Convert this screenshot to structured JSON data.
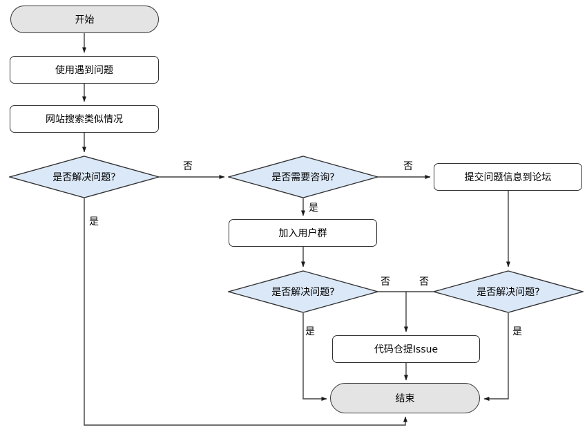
{
  "diagram": {
    "type": "flowchart",
    "nodes": {
      "start": "开始",
      "problem": "使用遇到问题",
      "search": "网站搜索类似情况",
      "solved1": "是否解决问题?",
      "consult": "是否需要咨询?",
      "forum": "提交问题信息到论坛",
      "group": "加入用户群",
      "solved2": "是否解决问题?",
      "solved3": "是否解决问题?",
      "issue": "代码仓提Issue",
      "end": "结束"
    },
    "edge_labels": {
      "solved1_no": "否",
      "solved1_yes": "是",
      "consult_no": "否",
      "consult_yes": "是",
      "solved2_no": "否",
      "solved2_yes": "是",
      "solved3_no": "否",
      "solved3_yes": "是"
    },
    "colors": {
      "diamond_fill": "#dbe8f7",
      "terminal_fill": "#e4e4e4",
      "process_fill": "#ffffff",
      "shape_stroke": "#333333",
      "connector": "#404040",
      "text": "#000000",
      "background": "#ffffff"
    }
  }
}
